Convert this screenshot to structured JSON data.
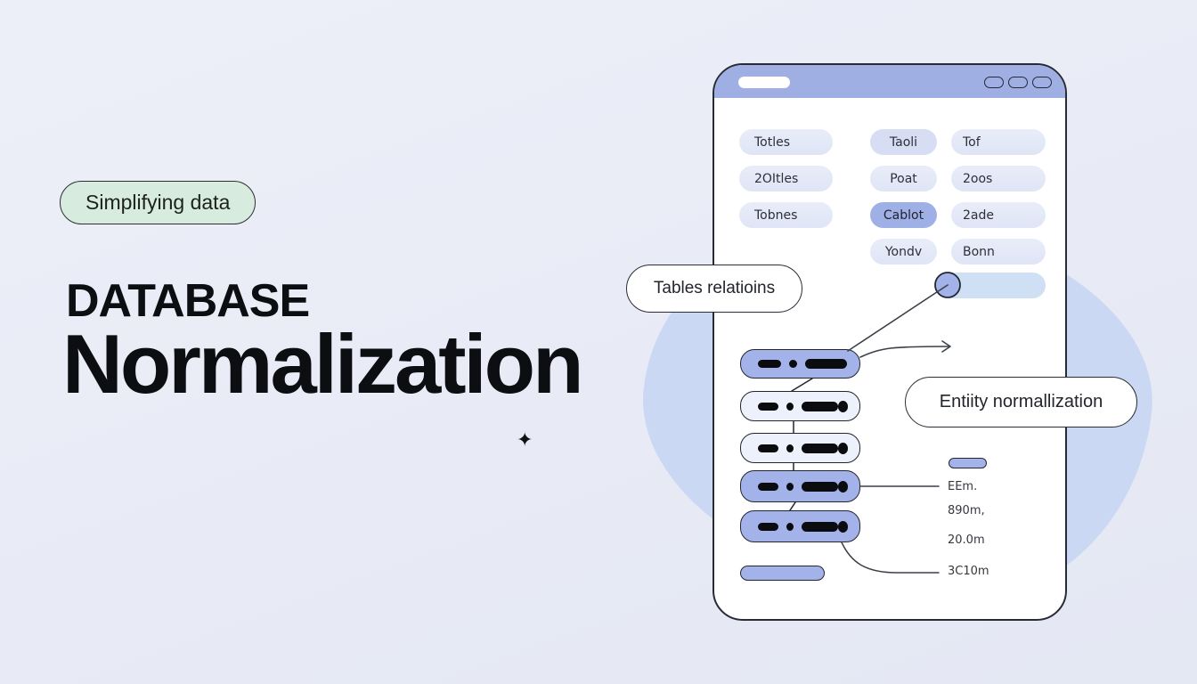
{
  "hero": {
    "badge": "Simplifying data",
    "kicker": "DATABASE",
    "title": "Normalization",
    "sparkle": "✦"
  },
  "callouts": {
    "tables": "Tables relatioins",
    "entity": "Entiity normallization"
  },
  "phone": {
    "chips": [
      {
        "label": "Totles"
      },
      {
        "label": "Taoli"
      },
      {
        "label": "Tof"
      },
      {
        "label": "2OItles"
      },
      {
        "label": "Poat"
      },
      {
        "label": "2oos"
      },
      {
        "label": "Tobnes"
      },
      {
        "label": "Cablot"
      },
      {
        "label": "2ade"
      },
      {
        "label": "Yondv"
      },
      {
        "label": "Bonn"
      }
    ],
    "metrics": [
      "EEm.",
      "890m,",
      "20.0m",
      "3C10m"
    ]
  },
  "colors": {
    "background": "#e9ebf6",
    "blob": "#cbd8f3",
    "header_bar": "#9fafe3",
    "chip_light": "#e4e9f7",
    "chip_mid": "#d7def3",
    "chip_active": "#9fb0e7",
    "row_blue": "#a3b3ea",
    "row_light": "#edf1fb",
    "slider_track": "#cfe0f4",
    "badge_bg": "#d7ecde",
    "ink": "#0d0e12"
  }
}
